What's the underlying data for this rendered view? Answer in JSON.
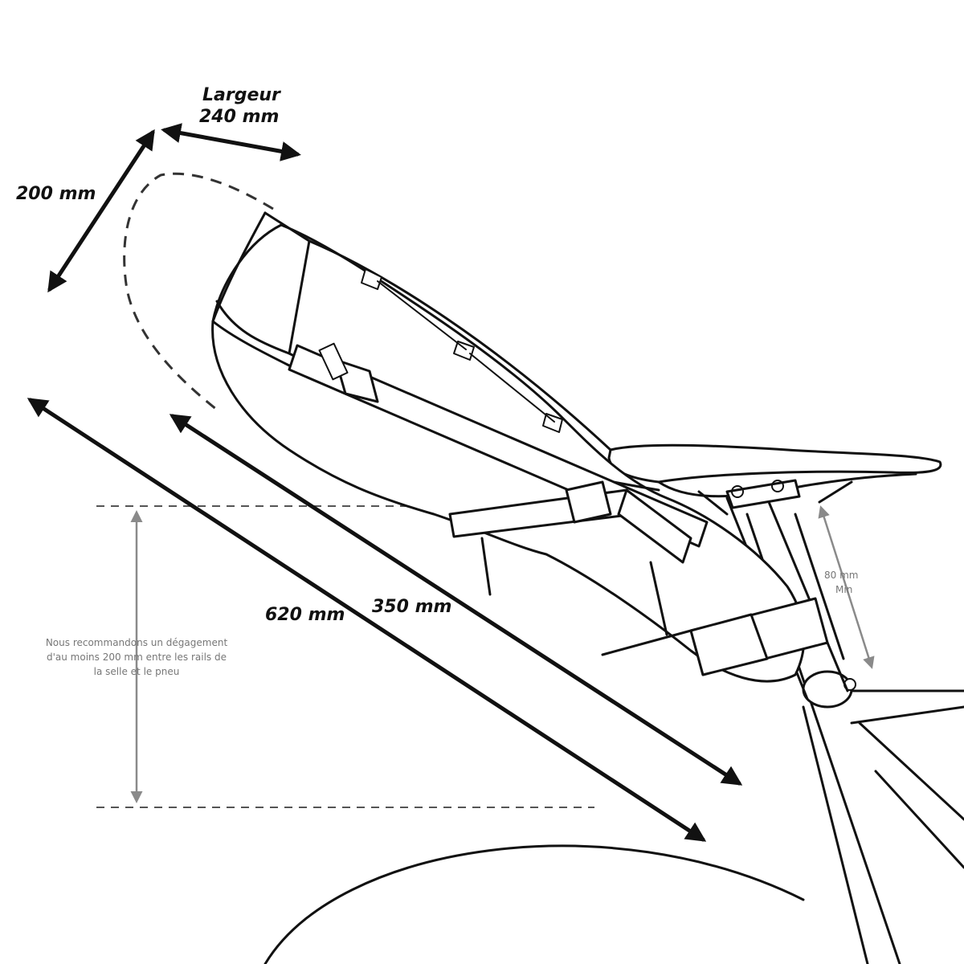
{
  "labels": {
    "width_title": "Largeur",
    "width_value": "240 mm",
    "height": "200 mm",
    "total_length": "620 mm",
    "bag_length": "350 mm",
    "seatpost_min_1": "80 mm",
    "seatpost_min_2": "Min",
    "clearance_line_1": "Nous recommandons un dégagement",
    "clearance_line_2": "d'au moins 200 mm entre les rails de",
    "clearance_line_3": "la selle et le pneu"
  },
  "colors": {
    "line": "#111111",
    "annotation_grey": "#8a8a8a",
    "background": "#ffffff"
  }
}
